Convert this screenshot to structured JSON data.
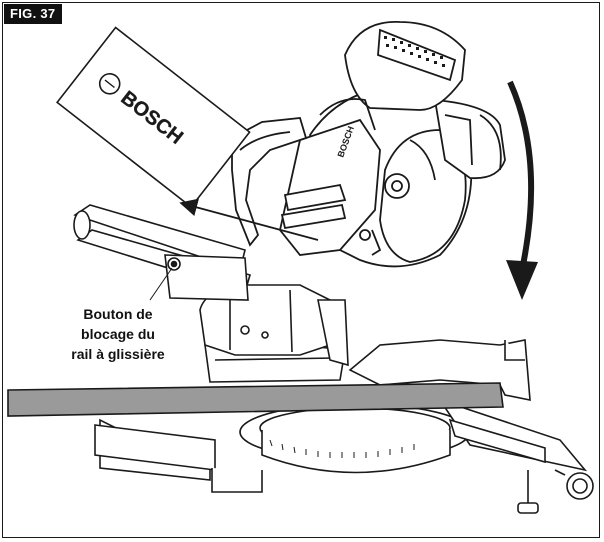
{
  "figure": {
    "label": "FIG. 37"
  },
  "callout": {
    "lines": [
      "Bouton de",
      "blocage du",
      "rail à glissière"
    ]
  },
  "brand": {
    "fence_text": "BOSCH",
    "motor_text": "BOSCH"
  },
  "colors": {
    "line": "#1a1a1a",
    "board": "#9a9a9a",
    "label_bg": "#111111"
  }
}
